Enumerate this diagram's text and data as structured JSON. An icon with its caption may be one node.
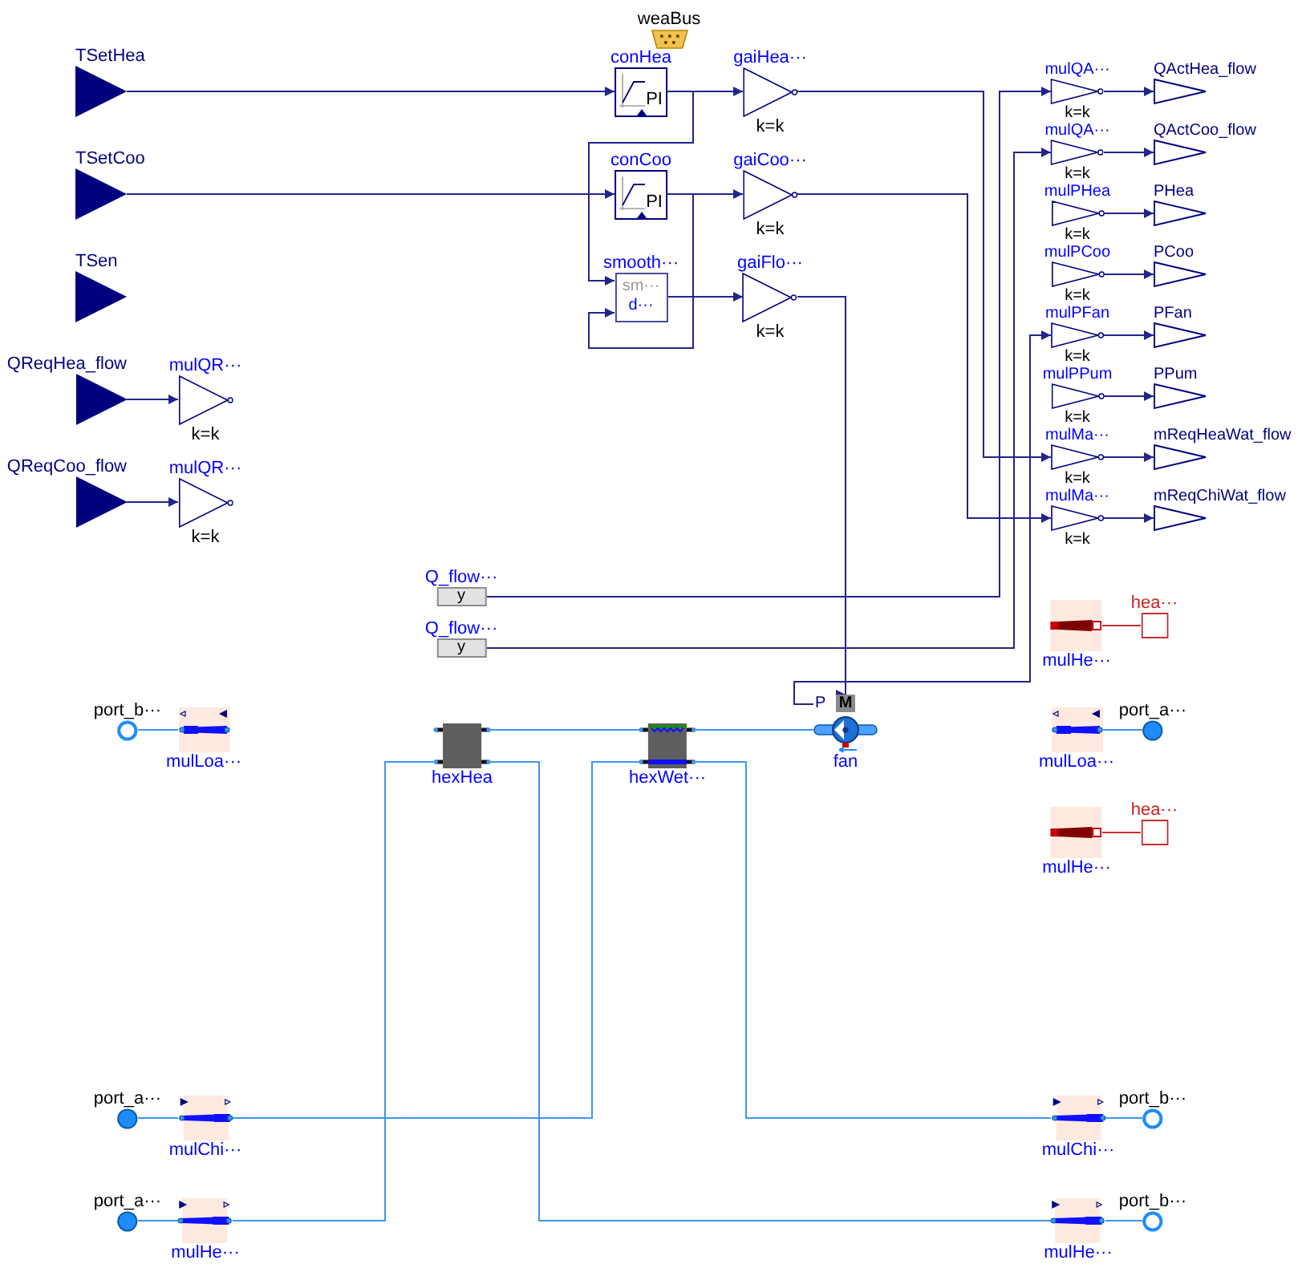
{
  "diagram": {
    "nodes": [
      {
        "text": [
          "weaBus"
        ]
      },
      {
        "text": [
          "TSetHea"
        ]
      },
      {
        "text": [
          "conHea",
          "PI"
        ]
      },
      {
        "text": [
          "gaiHea···"
        ],
        "beside": [
          "k=k"
        ]
      },
      {
        "text": [
          "mulQA···"
        ],
        "beside": [
          "k=k"
        ]
      },
      {
        "text": [
          "QActHea_flow"
        ]
      },
      {
        "text": [
          "mulQA···"
        ],
        "beside": [
          "k=k"
        ]
      },
      {
        "text": [
          "QActCoo_flow"
        ]
      },
      {
        "text": [
          "TSetCoo"
        ]
      },
      {
        "text": [
          "conCoo",
          "PI"
        ]
      },
      {
        "text": [
          "gaiCoo···"
        ],
        "beside": [
          "k=k"
        ]
      },
      {
        "text": [
          "mulPHea"
        ],
        "beside": [
          "k=k"
        ]
      },
      {
        "text": [
          "PHea"
        ]
      },
      {
        "text": [
          "mulPCoo"
        ],
        "beside": [
          "k=k"
        ]
      },
      {
        "text": [
          "PCoo"
        ]
      },
      {
        "text": [
          "TSen"
        ]
      },
      {
        "text": [
          "smooth···",
          "sm···",
          "d···"
        ]
      },
      {
        "text": [
          "gaiFlo···"
        ],
        "beside": [
          "k=k"
        ]
      },
      {
        "text": [
          "mulPFan"
        ],
        "beside": [
          "k=k"
        ]
      },
      {
        "text": [
          "PFan"
        ]
      },
      {
        "text": [
          "mulPPum"
        ],
        "beside": [
          "k=k"
        ]
      },
      {
        "text": [
          "PPum"
        ]
      },
      {
        "text": [
          "QReqHea_flow"
        ]
      },
      {
        "text": [
          "mulQR···"
        ],
        "beside": [
          "k=k"
        ]
      },
      {
        "text": [
          "mulMa···"
        ],
        "beside": [
          "k=k"
        ]
      },
      {
        "text": [
          "mReqHeaWat_flow"
        ]
      },
      {
        "text": [
          "QReqCoo_flow"
        ]
      },
      {
        "text": [
          "mulQR···"
        ],
        "beside": [
          "k=k"
        ]
      },
      {
        "text": [
          "mulMa···"
        ],
        "beside": [
          "k=k"
        ]
      },
      {
        "text": [
          "mReqChiWat_flow"
        ]
      },
      {
        "text": [
          "Q_flow···",
          "y"
        ]
      },
      {
        "text": [
          "Q_flow···",
          "y"
        ]
      },
      {
        "text": [
          "mulHe···"
        ]
      },
      {
        "text": [
          "hea···"
        ]
      },
      {
        "text": [
          "port_b···"
        ]
      },
      {
        "text": [
          "mulLoa···"
        ]
      },
      {
        "text": [
          "hexHea"
        ]
      },
      {
        "text": [
          "hexWet···"
        ]
      },
      {
        "text": [
          "P",
          "M",
          "fan"
        ]
      },
      {
        "text": [
          "mulLoa···"
        ]
      },
      {
        "text": [
          "port_a···"
        ]
      },
      {
        "text": [
          "mulHe···"
        ]
      },
      {
        "text": [
          "hea···"
        ]
      },
      {
        "text": [
          "port_a···"
        ]
      },
      {
        "text": [
          "mulChi···"
        ]
      },
      {
        "text": [
          "mulChi···"
        ]
      },
      {
        "text": [
          "port_b···"
        ]
      },
      {
        "text": [
          "port_a···"
        ]
      },
      {
        "text": [
          "mulHe···"
        ]
      },
      {
        "text": [
          "mulHe···"
        ]
      },
      {
        "text": [
          "port_b···"
        ]
      }
    ],
    "edges": [
      {
        "from": 1,
        "to": 2,
        "arrow": "to"
      },
      {
        "from": 8,
        "to": 9,
        "arrow": "to"
      },
      {
        "from": 22,
        "to": 23,
        "arrow": "to"
      },
      {
        "from": 26,
        "to": 27,
        "arrow": "to"
      },
      {
        "from": 2,
        "to": 3,
        "arrow": "to"
      },
      {
        "from": 2,
        "to": 16,
        "arrow": "to"
      },
      {
        "from": 9,
        "to": 10,
        "arrow": "to"
      },
      {
        "from": 9,
        "to": 16,
        "arrow": "to"
      },
      {
        "from": 16,
        "to": 17,
        "arrow": "to"
      },
      {
        "from": 3,
        "to": 24,
        "arrow": "to"
      },
      {
        "from": 10,
        "to": 28,
        "arrow": "to"
      },
      {
        "from": 17,
        "to": 38,
        "arrow": "to"
      },
      {
        "from": 30,
        "to": 4,
        "arrow": "to"
      },
      {
        "from": 31,
        "to": 6,
        "arrow": "to"
      },
      {
        "from": 38,
        "to": 18,
        "arrow": "to"
      },
      {
        "from": 4,
        "to": 5,
        "arrow": "to"
      },
      {
        "from": 6,
        "to": 7,
        "arrow": "to"
      },
      {
        "from": 11,
        "to": 12,
        "arrow": "to"
      },
      {
        "from": 13,
        "to": 14,
        "arrow": "to"
      },
      {
        "from": 18,
        "to": 19,
        "arrow": "to"
      },
      {
        "from": 20,
        "to": 21,
        "arrow": "to"
      },
      {
        "from": 24,
        "to": 25,
        "arrow": "to"
      },
      {
        "from": 28,
        "to": 29,
        "arrow": "to"
      },
      {
        "from": 34,
        "to": 35,
        "arrow": "none",
        "color": "#3c96f0"
      },
      {
        "from": 36,
        "to": 37,
        "arrow": "none",
        "color": "#3c96f0"
      },
      {
        "from": 37,
        "to": 38,
        "arrow": "none",
        "color": "#3c96f0"
      },
      {
        "from": 39,
        "to": 40,
        "arrow": "none",
        "color": "#3c96f0"
      },
      {
        "from": 48,
        "to": 36,
        "arrow": "none",
        "color": "#3c96f0"
      },
      {
        "from": 36,
        "to": 49,
        "arrow": "none",
        "color": "#3c96f0"
      },
      {
        "from": 44,
        "to": 37,
        "arrow": "none",
        "color": "#3c96f0"
      },
      {
        "from": 37,
        "to": 45,
        "arrow": "none",
        "color": "#3c96f0"
      },
      {
        "from": 43,
        "to": 44,
        "arrow": "none",
        "color": "#3c96f0"
      },
      {
        "from": 47,
        "to": 48,
        "arrow": "none",
        "color": "#3c96f0"
      },
      {
        "from": 45,
        "to": 46,
        "arrow": "none",
        "color": "#3c96f0"
      },
      {
        "from": 49,
        "to": 50,
        "arrow": "none",
        "color": "#3c96f0"
      },
      {
        "from": 32,
        "to": 33,
        "arrow": "none",
        "color": "#c03030"
      },
      {
        "from": 41,
        "to": 42,
        "arrow": "none",
        "color": "#c03030"
      }
    ]
  }
}
